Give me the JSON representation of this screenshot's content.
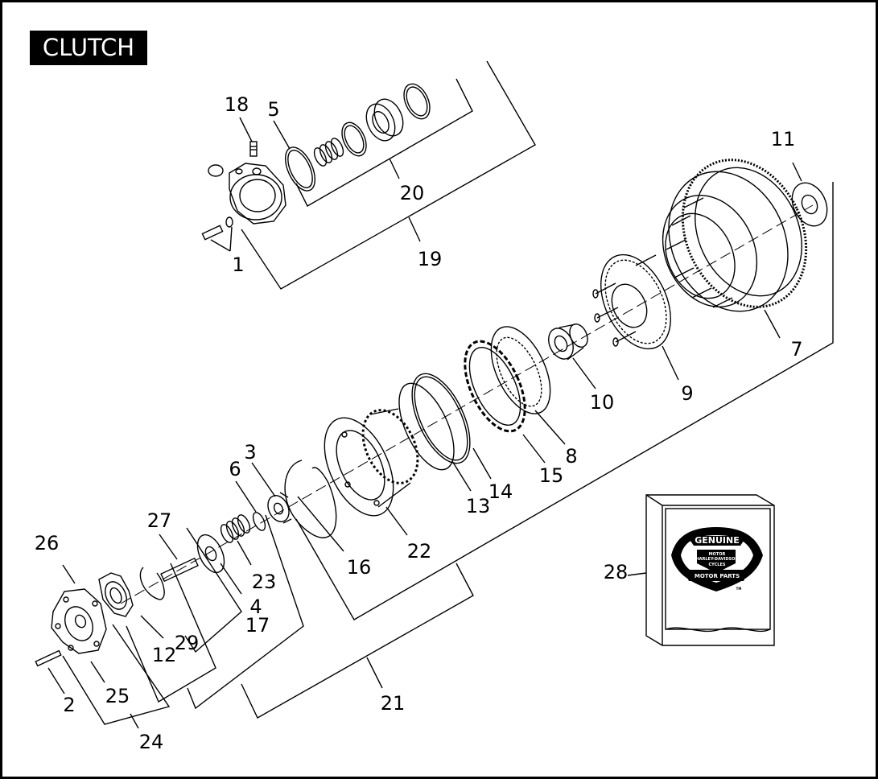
{
  "title": "CLUTCH",
  "callouts": [
    "1",
    "2",
    "3",
    "4",
    "5",
    "6",
    "7",
    "8",
    "9",
    "10",
    "11",
    "12",
    "13",
    "14",
    "15",
    "16",
    "17",
    "18",
    "19",
    "20",
    "21",
    "22",
    "23",
    "24",
    "25",
    "26",
    "27",
    "28",
    "29"
  ],
  "logo": {
    "line1": "GENUINE",
    "line2": "MOTOR",
    "line3": "HARLEY-DAVIDSON",
    "line4": "CYCLES",
    "line5": "MOTOR PARTS",
    "tm": "TM"
  },
  "colors": {
    "ink": "#000000",
    "paper": "#ffffff"
  }
}
